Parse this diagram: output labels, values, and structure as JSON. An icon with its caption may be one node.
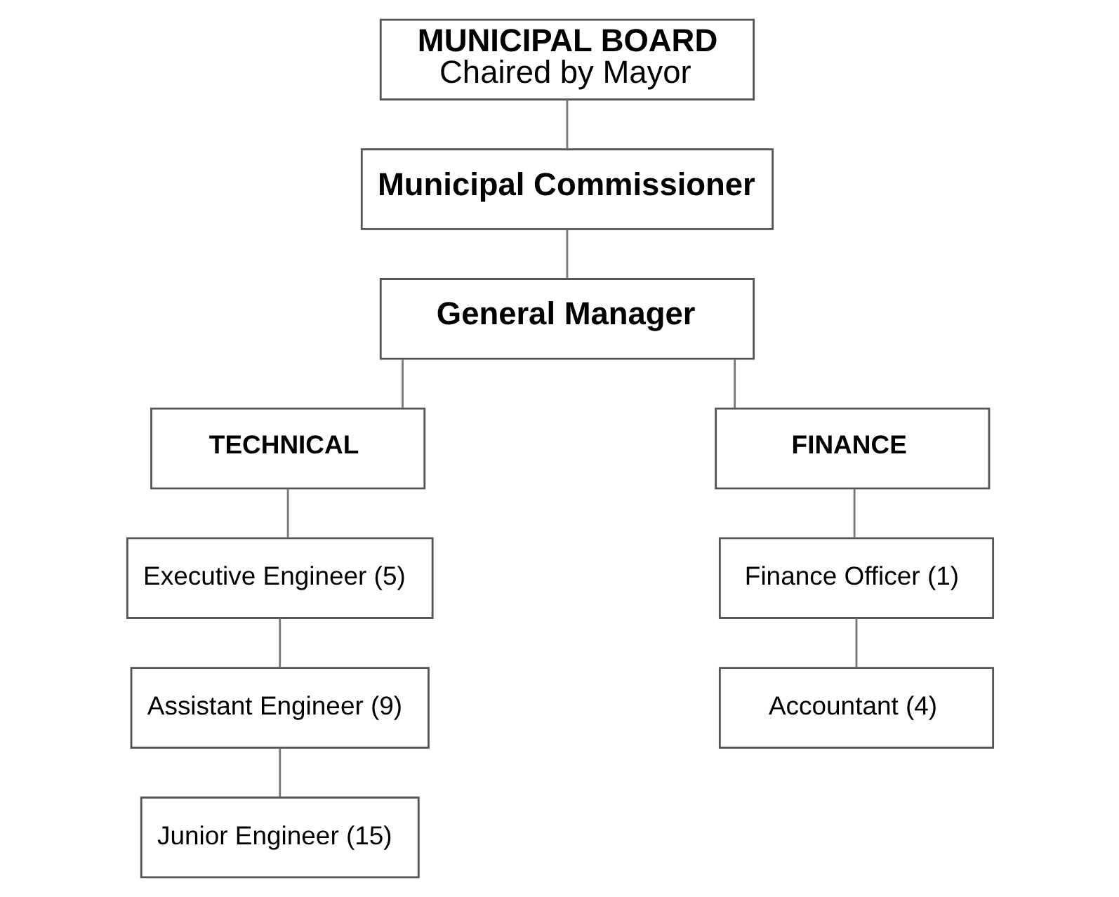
{
  "diagram": {
    "nodes": [
      {
        "text": [
          "MUNICIPAL BOARD",
          "Chaired by Mayor"
        ]
      },
      {
        "text": [
          "Municipal Commissioner"
        ]
      },
      {
        "text": [
          "General Manager"
        ]
      },
      {
        "text": [
          "TECHNICAL"
        ]
      },
      {
        "text": [
          "FINANCE"
        ]
      },
      {
        "text": [
          "Executive Engineer (5)"
        ]
      },
      {
        "text": [
          "Assistant Engineer (9)"
        ]
      },
      {
        "text": [
          "Junior Engineer (15)"
        ]
      },
      {
        "text": [
          "Finance Officer (1)"
        ]
      },
      {
        "text": [
          "Accountant (4)"
        ]
      }
    ],
    "edges": [
      {
        "from": 0,
        "to": 1,
        "arrow": "none"
      },
      {
        "from": 1,
        "to": 2,
        "arrow": "none"
      },
      {
        "from": 2,
        "to": 3,
        "arrow": "none"
      },
      {
        "from": 2,
        "to": 4,
        "arrow": "none"
      },
      {
        "from": 3,
        "to": 5,
        "arrow": "none"
      },
      {
        "from": 5,
        "to": 6,
        "arrow": "none"
      },
      {
        "from": 6,
        "to": 7,
        "arrow": "none"
      },
      {
        "from": 4,
        "to": 8,
        "arrow": "none"
      },
      {
        "from": 8,
        "to": 9,
        "arrow": "none"
      }
    ]
  }
}
